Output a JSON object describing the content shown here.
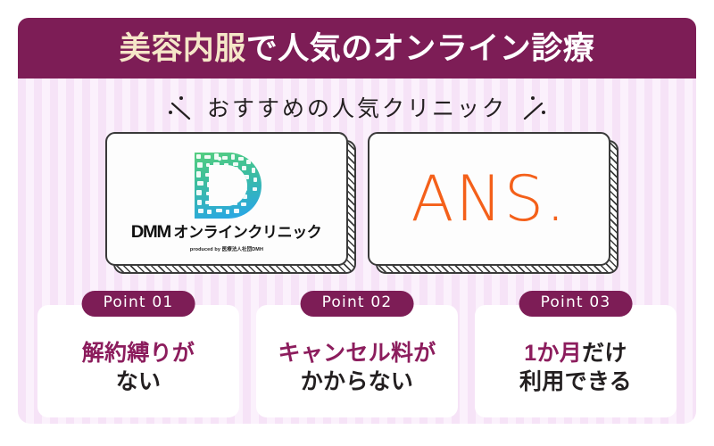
{
  "header": {
    "title_part_cream": "美容内服",
    "title_part_white": "で人気のオンライン診療",
    "bg_color": "#7d1d56",
    "cream_color": "#f5e6c8",
    "white_color": "#ffffff"
  },
  "subtitle": {
    "text": "おすすめの人気クリニック",
    "left_decoration": "sparkle-left",
    "right_decoration": "sparkle-right",
    "color": "#231f20"
  },
  "clinics": [
    {
      "name": "DMM オンラインクリニック",
      "brand_mark": "dmm-mosaic-d-logo",
      "brand_text_latin": "DMM",
      "brand_text_jp": "オンラインクリニック",
      "producer_note": "produced by 医療法人社団DMH",
      "logo_gradient_top": "#4cc86a",
      "logo_gradient_bottom": "#2aa8e0"
    },
    {
      "name": "ANS.",
      "brand_mark": "ans-wordmark",
      "brand_text_latin": "ANS.",
      "accent_color": "#f4601a"
    }
  ],
  "points": [
    {
      "badge": "Point 01",
      "line1_highlight": "解約縛りが",
      "line2_plain": "ない"
    },
    {
      "badge": "Point 02",
      "line1_highlight": "キャンセル料が",
      "line2_plain": "かからない"
    },
    {
      "badge": "Point 03",
      "line1_highlight": "1か月",
      "line1_plain": "だけ",
      "line2_plain": "利用できる"
    }
  ],
  "theme": {
    "accent_purple": "#8c1d5d",
    "deep_purple": "#7d1d56",
    "bg_pink_light": "#fbf1fc",
    "bg_pink_dark": "#f6e3f7",
    "card_white": "#ffffff",
    "outline_dark": "#3a3a3a"
  }
}
